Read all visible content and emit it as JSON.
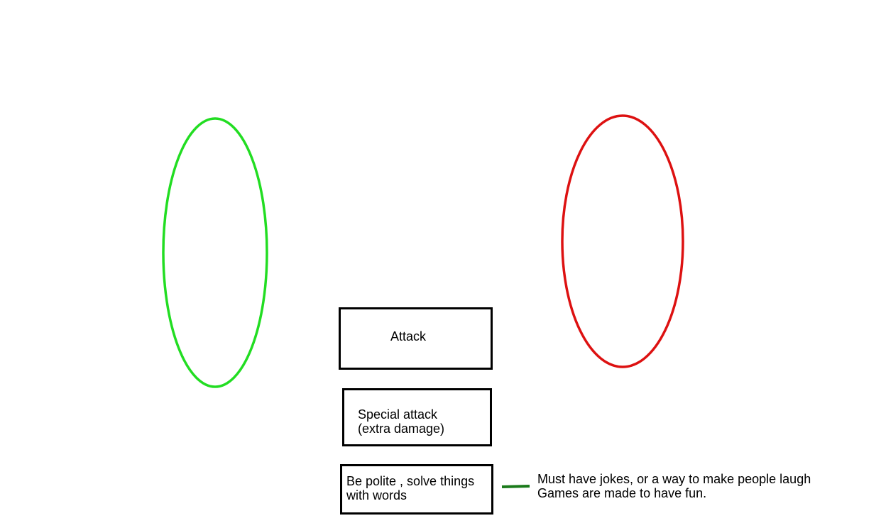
{
  "actions": [
    {
      "id": "attack",
      "label": "Attack"
    },
    {
      "id": "special",
      "label": "Special attack\n(extra damage)"
    },
    {
      "id": "polite",
      "label": "Be polite , solve things\nwith words"
    }
  ],
  "note": {
    "line1": "Must have jokes, or a way to make people laugh",
    "line2": "Games are made to have fun."
  },
  "colors": {
    "player": "#22dd22",
    "enemy": "#dd1111",
    "connector": "#1a7a1a",
    "box_border": "#000000"
  }
}
